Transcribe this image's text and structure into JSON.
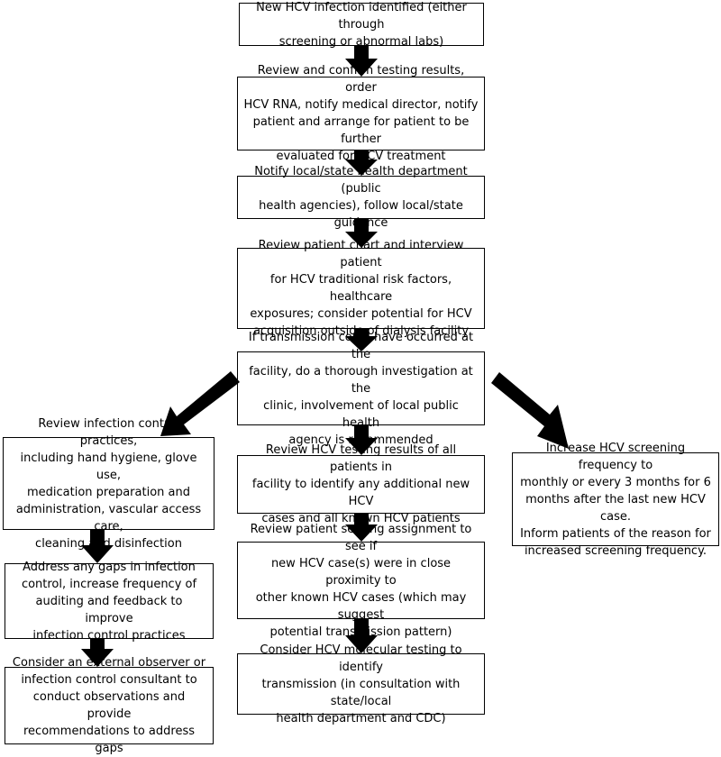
{
  "boxes": {
    "b1": "New HCV infection identified (either through\nscreening or abnormal labs)",
    "b2": "Review and confirm testing results, order\nHCV RNA, notify medical director, notify\npatient and arrange for patient to be further\nevaluated for HCV treatment",
    "b3": "Notify local/state health department (public\nhealth agencies), follow local/state guidance",
    "b4": "Review patient chart and interview patient\nfor HCV traditional risk factors, healthcare\nexposures; consider potential for HCV\nacquisition outside of dialysis facility",
    "b5": "If transmission could have occurred at the\nfacility, do a thorough investigation at the\nclinic, involvement of local public health\nagency is recommended",
    "left1": "Review infection control practices,\nincluding hand hygiene, glove use,\nmedication preparation and\nadministration, vascular access care,\ncleaning and disinfection",
    "left2": "Address any gaps in infection\ncontrol, increase frequency of\nauditing and feedback to improve\ninfection control practices",
    "left3": "Consider an external observer or\ninfection control consultant to\nconduct observations and provide\nrecommendations to address gaps",
    "mid1": "Review HCV testing results of all patients in\nfacility to identify any additional new HCV\ncases and all known HCV patients",
    "mid2": "Review patient seating assignment to see if\nnew HCV case(s) were in close proximity to\nother known HCV cases (which may suggest\npotential transmission pattern)",
    "mid3": "Consider HCV molecular testing to identify\ntransmission (in consultation with state/local\nhealth department and CDC)",
    "right1": "Increase HCV screening frequency to\nmonthly or every 3 months for 6\nmonths after the last new HCV case.\nInform patients of the reason for\nincreased screening frequency."
  }
}
